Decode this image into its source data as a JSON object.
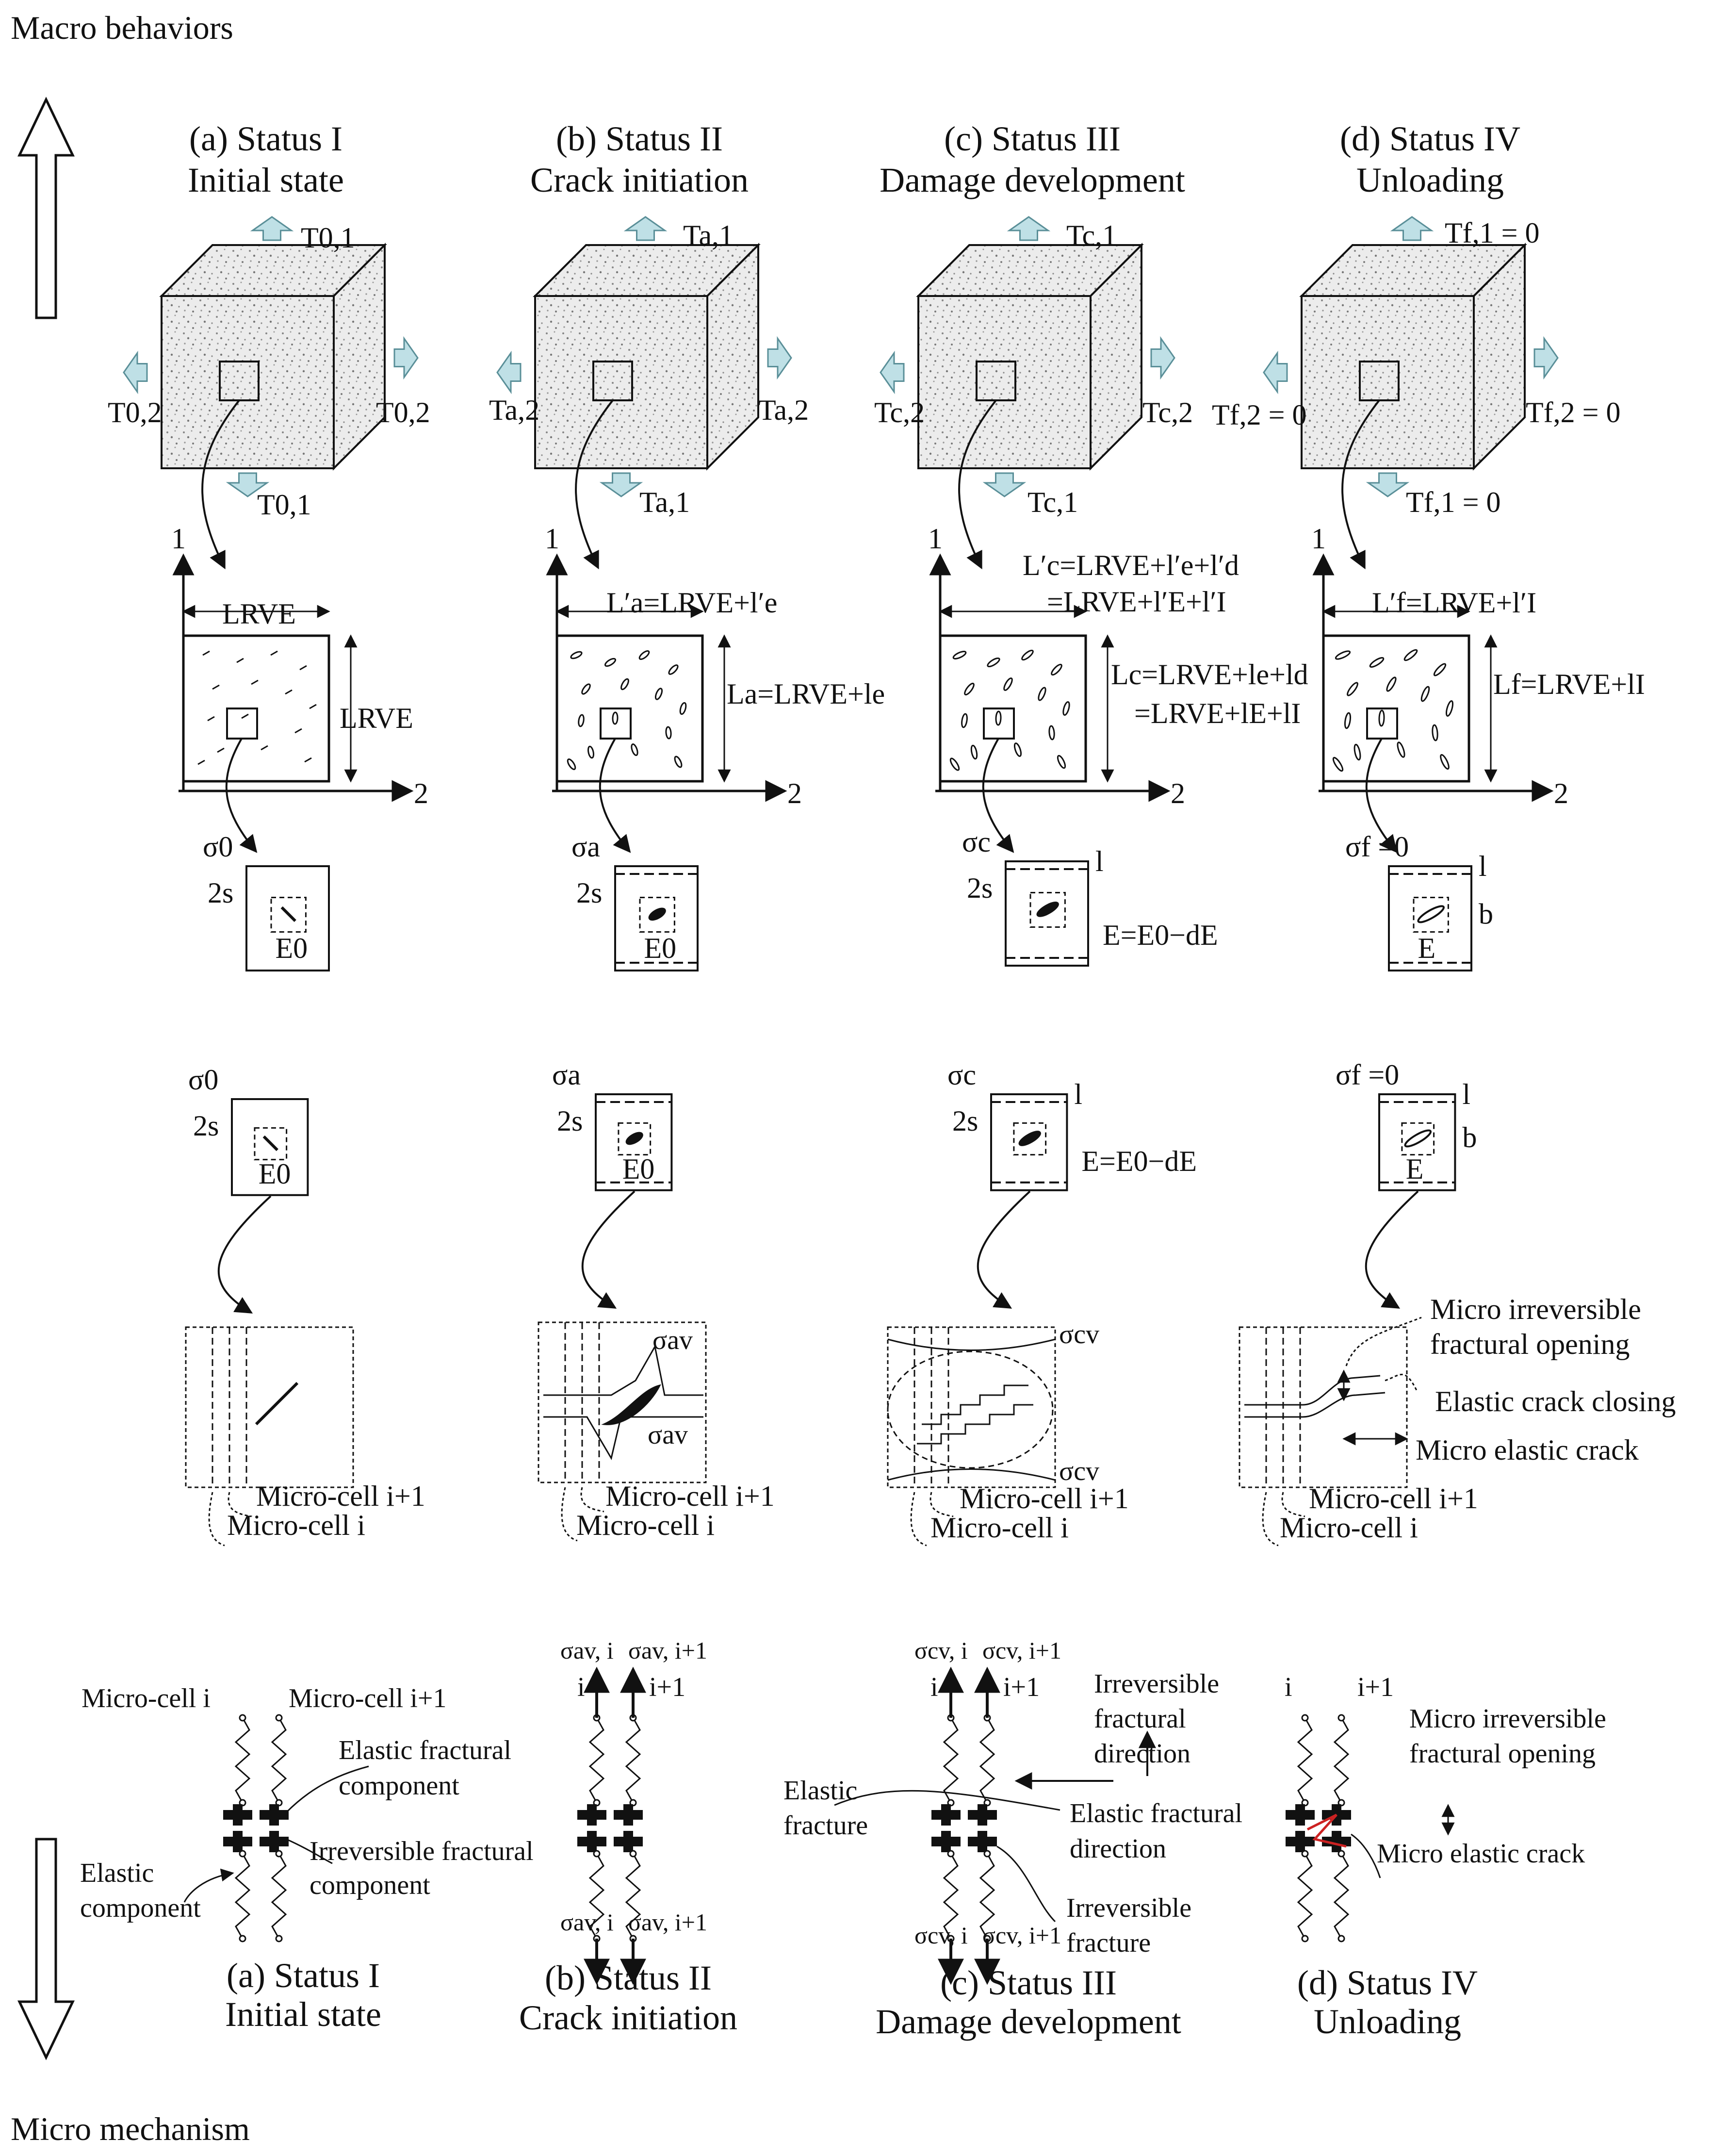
{
  "corner": {
    "macro": "Macro behaviors",
    "micro": "Micro mechanism"
  },
  "statuses": [
    {
      "title": "(a) Status I",
      "subtitle": "Initial state"
    },
    {
      "title": "(b) Status II",
      "subtitle": "Crack initiation"
    },
    {
      "title": "(c) Status III",
      "subtitle": "Damage development"
    },
    {
      "title": "(d) Status IV",
      "subtitle": "Unloading"
    }
  ],
  "loads": [
    {
      "top": "T0,1",
      "bottom": "T0,1",
      "left": "T0,2",
      "right": "T0,2"
    },
    {
      "top": "Ta,1",
      "bottom": "Ta,1",
      "left": "Ta,2",
      "right": "Ta,2"
    },
    {
      "top": "Tc,1",
      "bottom": "Tc,1",
      "left": "Tc,2",
      "right": "Tc,2"
    },
    {
      "top": "Tf,1 = 0",
      "bottom": "Tf,1 = 0",
      "left": "Tf,2 = 0",
      "right": "Tf,2 = 0"
    }
  ],
  "axes": {
    "vertical": "1",
    "horizontal": "2"
  },
  "rve": [
    {
      "top": "LRVE",
      "side": "LRVE"
    },
    {
      "top": "L′a=LRVE+l′e",
      "side": "La=LRVE+le"
    },
    {
      "top": "L′c=LRVE+l′e+l′d",
      "top2": "=LRVE+l′E+l′I",
      "side": "Lc=LRVE+le+ld",
      "side2": "=LRVE+lE+lI"
    },
    {
      "top": "L′f=LRVE+l′I",
      "side": "Lf=LRVE+lI"
    }
  ],
  "cells": [
    {
      "stress": "σ0",
      "s": "2s",
      "modulus": "E0"
    },
    {
      "stress": "σa",
      "s": "2s",
      "modulus": "E0"
    },
    {
      "stress": "σc",
      "s": "2s",
      "l": "l",
      "modulus_eq": "E=E0−dE"
    },
    {
      "stress": "σf =0",
      "l": "l",
      "b": "b",
      "modulus": "E"
    }
  ],
  "micro": {
    "cell_i1": "Micro-cell  i+1",
    "cell_i": "Micro-cell  i",
    "sigma_av": "σav",
    "sigma_cv": "σcv",
    "irrev_opening": "Micro irreversible fractural opening",
    "elastic_closing": "Elastic crack closing",
    "elastic_crack": "Micro elastic crack"
  },
  "mech": {
    "a": {
      "cell_i": "Micro-cell  i",
      "cell_i1": "Micro-cell  i+1",
      "elastic_fractural": "Elastic fractural component",
      "irrev_fractural": "Irreversible fractural component",
      "elastic": "Elastic component"
    },
    "b": {
      "top_i": "σav, i",
      "top_i1": "σav, i+1",
      "i": "i",
      "i1": "i+1",
      "bot_i": "σav, i",
      "bot_i1": "σav, i+1"
    },
    "c": {
      "top_i": "σcv, i",
      "top_i1": "σcv, i+1",
      "i": "i",
      "i1": "i+1",
      "bot_i": "σcv, i",
      "bot_i1": "σcv, i+1",
      "irrev_dir": "Irreversible fractural direction",
      "elastic_dir": "Elastic fractural direction",
      "elastic_fracture": "Elastic fracture",
      "irrev_fracture": "Irreversible fracture"
    },
    "d": {
      "i": "i",
      "i1": "i+1",
      "irrev_opening": "Micro irreversible fractural opening",
      "elastic_crack": "Micro elastic crack"
    }
  },
  "colors": {
    "arrow_fill": "#bfe0e6",
    "arrow_stroke": "#5a8f98",
    "crack": "#cc2222",
    "speckle": "#e9e9e9"
  }
}
